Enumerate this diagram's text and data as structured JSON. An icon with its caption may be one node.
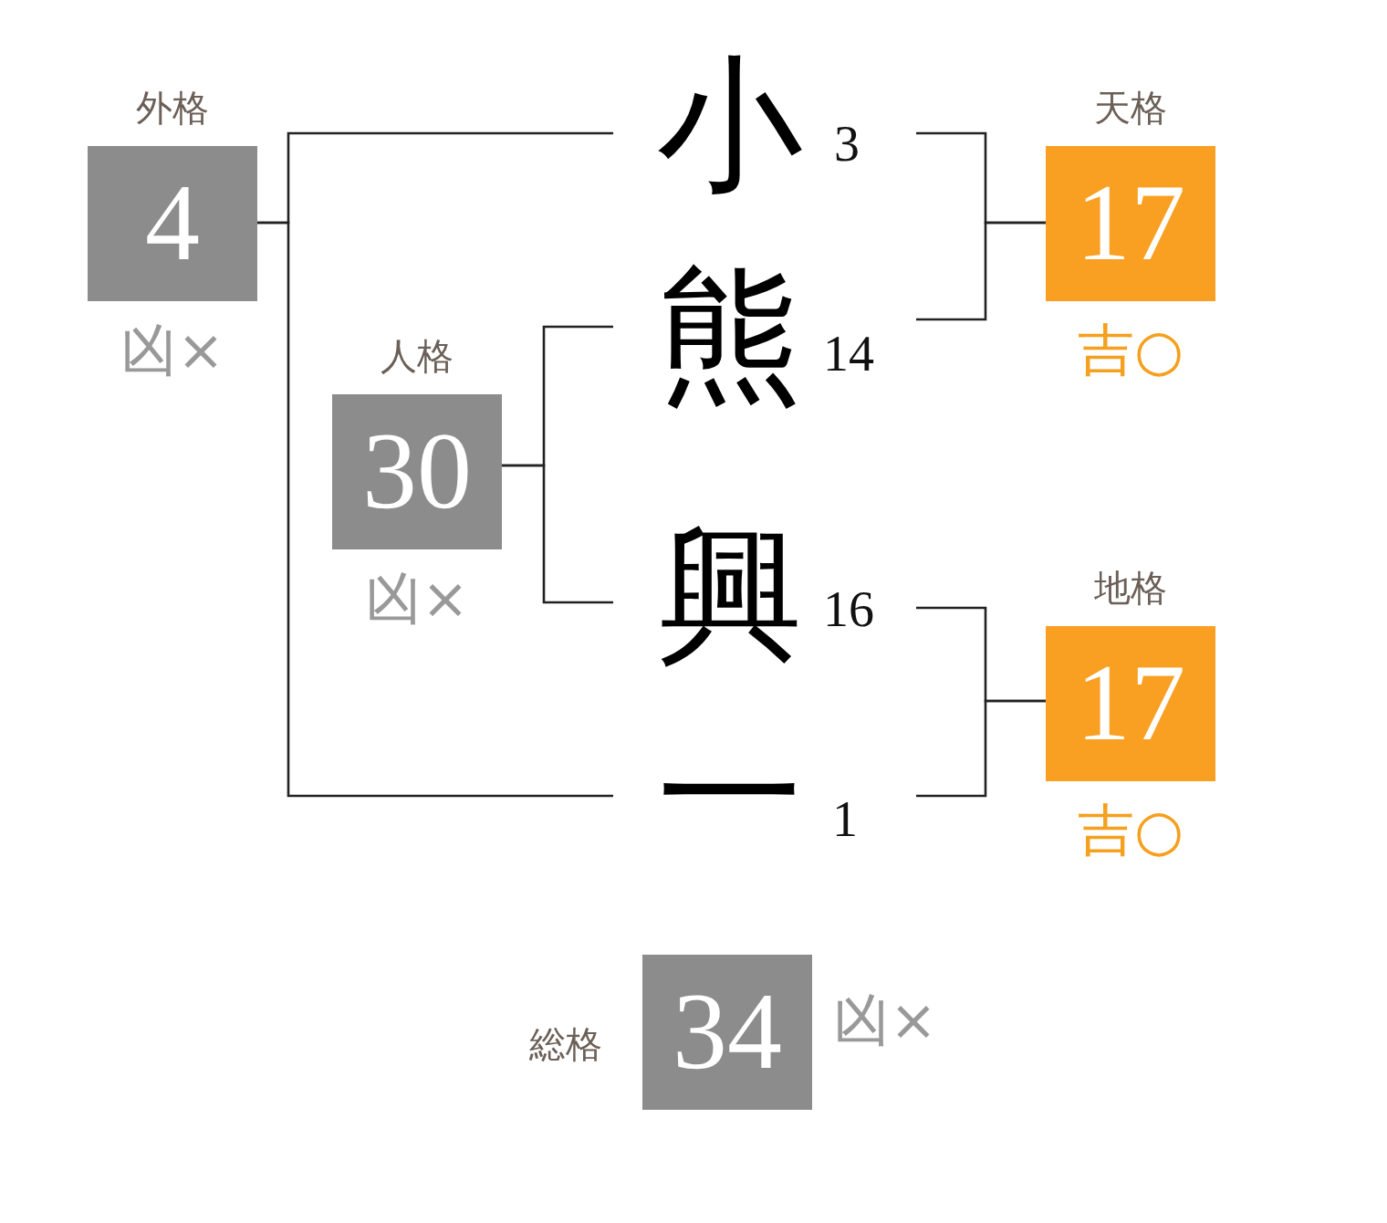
{
  "diagram": {
    "nodes": [
      {
        "text": [
          "外格",
          "4"
        ],
        "beside": [
          "凶×"
        ]
      },
      {
        "text": [
          "小"
        ],
        "beside": [
          "3"
        ]
      },
      {
        "text": [
          "天格",
          "17"
        ],
        "beside": [
          "吉○"
        ]
      },
      {
        "text": [
          "人格",
          "30"
        ],
        "beside": [
          "凶×"
        ]
      },
      {
        "text": [
          "熊"
        ],
        "beside": [
          "14"
        ]
      },
      {
        "text": [
          "興"
        ],
        "beside": [
          "16"
        ]
      },
      {
        "text": [
          "地格",
          "17"
        ],
        "beside": [
          "吉○"
        ]
      },
      {
        "text": [
          "一"
        ],
        "beside": [
          "1"
        ]
      },
      {
        "text": [
          "総格",
          "34"
        ],
        "beside": [
          "凶×"
        ]
      }
    ],
    "edges": [
      {
        "from": 1,
        "to": 0,
        "arrow": "none"
      },
      {
        "from": 7,
        "to": 0,
        "arrow": "none"
      },
      {
        "from": 1,
        "to": 2,
        "arrow": "none"
      },
      {
        "from": 4,
        "to": 2,
        "arrow": "none"
      },
      {
        "from": 4,
        "to": 3,
        "arrow": "none"
      },
      {
        "from": 5,
        "to": 3,
        "arrow": "none"
      },
      {
        "from": 5,
        "to": 6,
        "arrow": "none"
      },
      {
        "from": 7,
        "to": 6,
        "arrow": "none"
      }
    ]
  }
}
